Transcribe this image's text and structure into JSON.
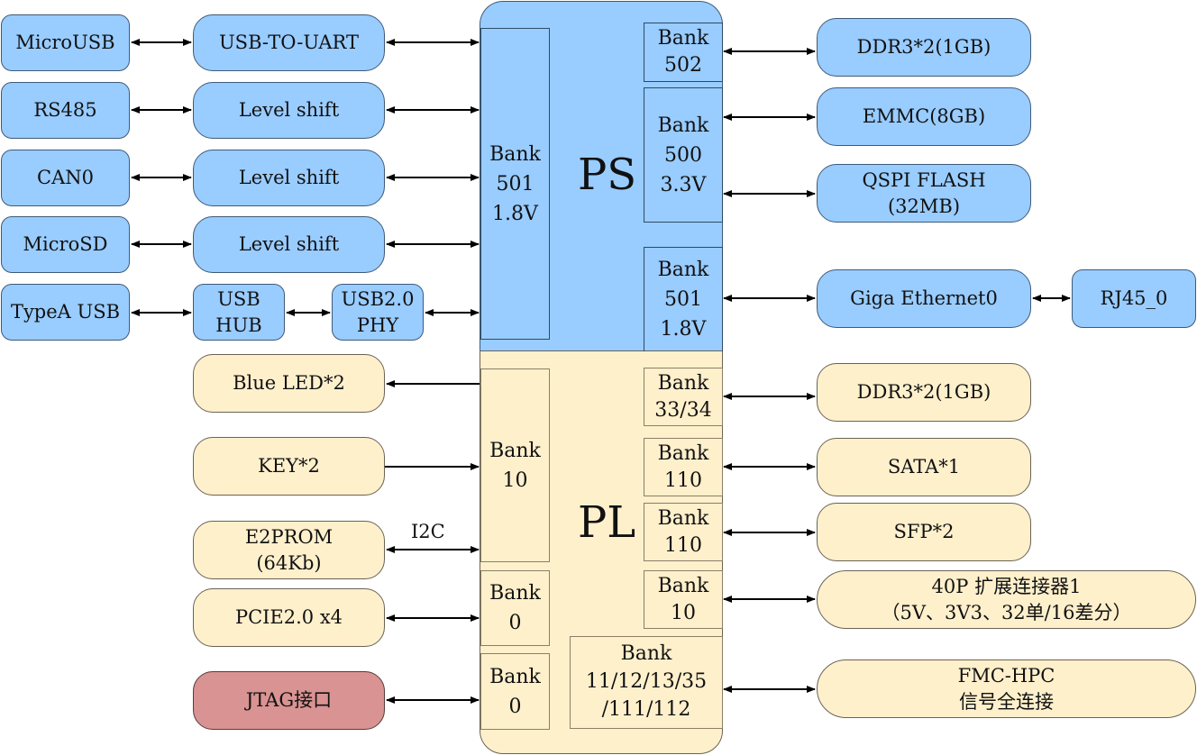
{
  "chip": {
    "ps": {
      "title": "PS",
      "banks": [
        {
          "id": "ps-left-501",
          "label": "Bank\n501\n1.8V"
        },
        {
          "id": "ps-502",
          "label": "Bank\n502"
        },
        {
          "id": "ps-500",
          "label": "Bank\n500\n3.3V"
        },
        {
          "id": "ps-right-501",
          "label": "Bank\n501\n1.8V"
        }
      ],
      "color": "#99ccff"
    },
    "pl": {
      "title": "PL",
      "banks": [
        {
          "id": "pl-left-10",
          "label": "Bank\n10"
        },
        {
          "id": "pl-left-0a",
          "label": "Bank\n0"
        },
        {
          "id": "pl-left-0b",
          "label": "Bank\n0"
        },
        {
          "id": "pl-33-34",
          "label": "Bank\n33/34"
        },
        {
          "id": "pl-110a",
          "label": "Bank\n110"
        },
        {
          "id": "pl-110b",
          "label": "Bank\n110"
        },
        {
          "id": "pl-right-10",
          "label": "Bank\n10"
        },
        {
          "id": "pl-multi",
          "label": "Bank\n11/12/13/35\n/111/112"
        }
      ],
      "color": "#fff0cc"
    }
  },
  "left_ps": [
    {
      "outer": "MicroUSB",
      "inner": "USB-TO-UART"
    },
    {
      "outer": "RS485",
      "inner": "Level shift"
    },
    {
      "outer": "CAN0",
      "inner": "Level shift"
    },
    {
      "outer": "MicroSD",
      "inner": "Level shift"
    },
    {
      "outer": "TypeA USB",
      "hub": "USB\nHUB",
      "phy": "USB2.0\nPHY"
    }
  ],
  "left_pl": [
    {
      "label": "Blue LED*2",
      "direction": "out"
    },
    {
      "label": "KEY*2",
      "direction": "in"
    },
    {
      "label": "E2PROM\n(64Kb)",
      "direction": "both",
      "bus": "I2C"
    },
    {
      "label": "PCIE2.0 x4",
      "direction": "both"
    },
    {
      "label": "JTAG接口",
      "direction": "both"
    }
  ],
  "right_ps": [
    {
      "label": "DDR3*2(1GB)"
    },
    {
      "label": "EMMC(8GB)"
    },
    {
      "label": "QSPI FLASH\n(32MB)"
    },
    {
      "label": "Giga Ethernet0",
      "next": "RJ45_0"
    }
  ],
  "right_pl": [
    {
      "label": "DDR3*2(1GB)"
    },
    {
      "label": "SATA*1"
    },
    {
      "label": "SFP*2"
    },
    {
      "label": "40P 扩展连接器1\n（5V、3V3、32单/16差分）"
    },
    {
      "label": "FMC-HPC\n信号全连接"
    }
  ],
  "colors": {
    "ps_blue": "#99ccff",
    "pl_yellow": "#fff0cc",
    "jtag_red": "#d89392"
  }
}
